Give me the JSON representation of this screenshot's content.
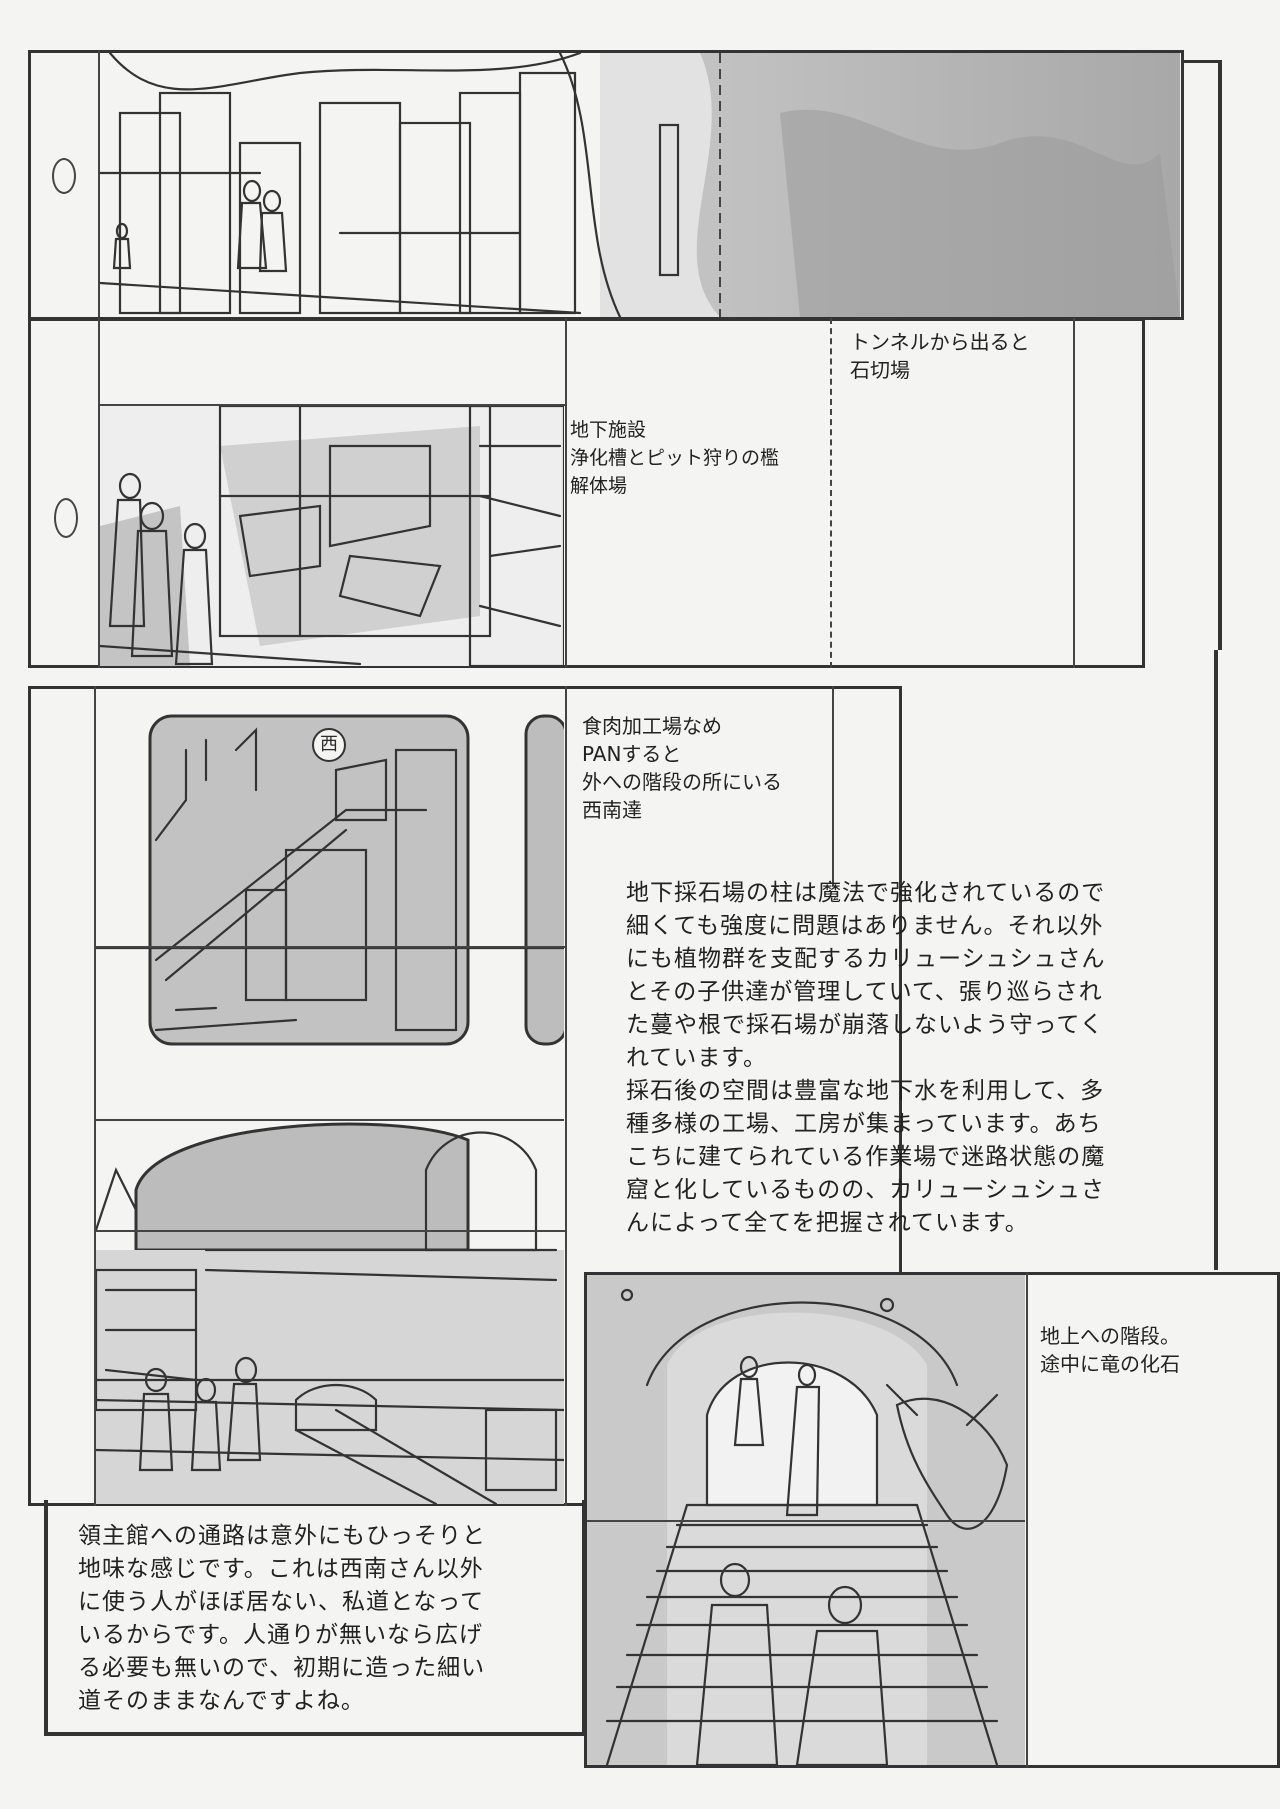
{
  "panel_notes": {
    "tunnel": "トンネルから出ると\n石切場",
    "underground": "地下施設\n浄化槽とピット狩りの檻\n解体場",
    "meat": "食肉加工場なめ\nPANすると\n外への階段の所にいる\n西南達",
    "stairs": "地上への階段。\n途中に竜の化石",
    "sign": "西"
  },
  "paragraphs": {
    "quarry": "地下採石場の柱は魔法で強化されているので\n細くても強度に問題はありません。それ以外\nにも植物群を支配するカリューシュシュさん\nとその子供達が管理していて、張り巡らされ\nた蔓や根で採石場が崩落しないよう守ってく\nれています。\n採石後の空間は豊富な地下水を利用して、多\n種多様の工場、工房が集まっています。あち\nこちに建てられている作業場で迷路状態の魔\n窟と化しているものの、カリューシュシュさ\nんによって全てを把握されています。",
    "passage": "領主館への通路は意外にもひっそりと\n地味な感じです。これは西南さん以外\nに使う人がほぼ居ない、私道となって\nいるからです。人通りが無いなら広げ\nる必要も無いので、初期に造った細い\n道そのままなんですよね。"
  },
  "colors": {
    "ink": "#333333",
    "tone_light": "#d4d4d4",
    "tone_mid": "#b8b8b8",
    "tone_dark": "#9c9c9c",
    "paper": "#f4f4f2"
  }
}
